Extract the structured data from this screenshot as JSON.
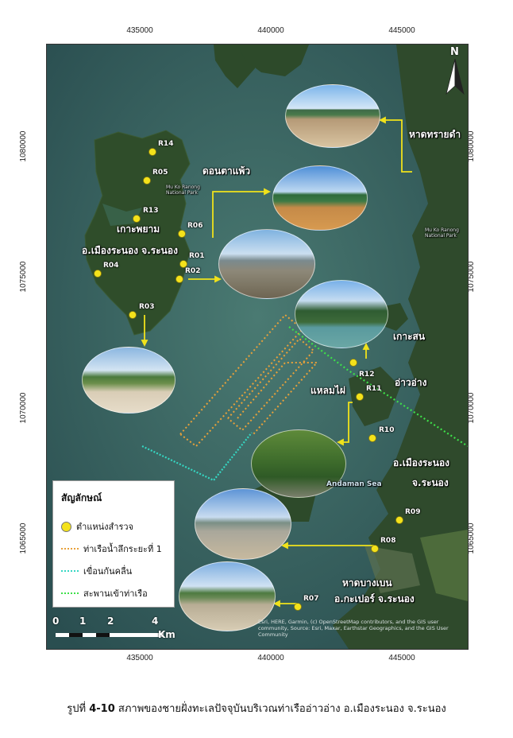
{
  "axes": {
    "x_ticks": [
      "435000",
      "440000",
      "445000"
    ],
    "y_ticks": [
      "1080000",
      "1075000",
      "1070000",
      "1065000"
    ]
  },
  "north_arrow": {
    "letter": "N"
  },
  "place_labels": {
    "had_sai_dam": "หาดทรายดำ",
    "don_ta_waeo": "ดอนตาแพ้ว",
    "ko_phayam": "เกาะพยาม",
    "mueang_ranong_island": "อ.เมืองระนอง จ.ระนอง",
    "ko_son": "เกาะสน",
    "ao_ang": "อ่าวอ่าง",
    "laem_phai": "แหลมไผ่",
    "mueang_ranong_main_1": "อ.เมืองระนอง",
    "mueang_ranong_main_2": "จ.ระนอง",
    "had_bang_ben": "หาดบางเบน",
    "kapoe": "อ.กะเปอร์ จ.ระนอง",
    "andaman": "Andaman Sea",
    "park_1": "Mu Ko Ranong National Park",
    "park_2": "Mu Ko Ranong National Park"
  },
  "survey_points": [
    "R01",
    "R02",
    "R03",
    "R04",
    "R05",
    "R06",
    "R07",
    "R08",
    "R09",
    "R10",
    "R11",
    "R12",
    "R13",
    "R14"
  ],
  "legend": {
    "title": "สัญลักษณ์",
    "items": [
      {
        "label": "ตำแหน่งสำรวจ",
        "symbol": "dot",
        "color": "#f4e21b"
      },
      {
        "label": "ท่าเรือน้ำลึกระยะที่ 1",
        "symbol": "dotted-line",
        "color": "#e8a13a"
      },
      {
        "label": "เขื่อนกันคลื่น",
        "symbol": "dotted-line",
        "color": "#35d7c3"
      },
      {
        "label": "สะพานเข้าท่าเรือ",
        "symbol": "dotted-line",
        "color": "#3ee04a"
      }
    ]
  },
  "scale_bar": {
    "ticks": [
      "0",
      "1",
      "2",
      "4"
    ],
    "unit": "Km"
  },
  "attribution": "Esri, HERE, Garmin, (c) OpenStreetMap contributors, and the GIS user community, Source: Esri, Maxar, Earthstar Geographics, and the GIS User Community",
  "caption": {
    "prefix": "รูปที่",
    "number": "4-10",
    "text": "สภาพของชายฝั่งทะเลปัจจุบันบริเวณท่าเรืออ่าวอ่าง อ.เมืองระนอง จ.ระนอง"
  },
  "colors": {
    "sea": "#2f5a5a",
    "land": "#2d4a2a",
    "arrow": "#f0e21b",
    "point": "#f4e21b"
  }
}
